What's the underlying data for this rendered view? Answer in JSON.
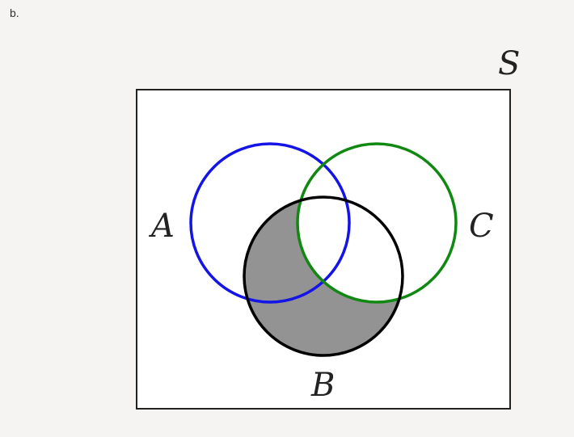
{
  "part_label": "b.",
  "diagram": {
    "type": "venn",
    "universe_label": "S",
    "sets": [
      {
        "name": "A",
        "label": "A",
        "color": "#1414e6"
      },
      {
        "name": "B",
        "label": "B",
        "color": "#000000"
      },
      {
        "name": "C",
        "label": "C",
        "color": "#118811"
      }
    ],
    "shaded_region": "B minus C",
    "shade_color": "#939393",
    "background_color": "#ffffff",
    "border_color": "#222222"
  }
}
